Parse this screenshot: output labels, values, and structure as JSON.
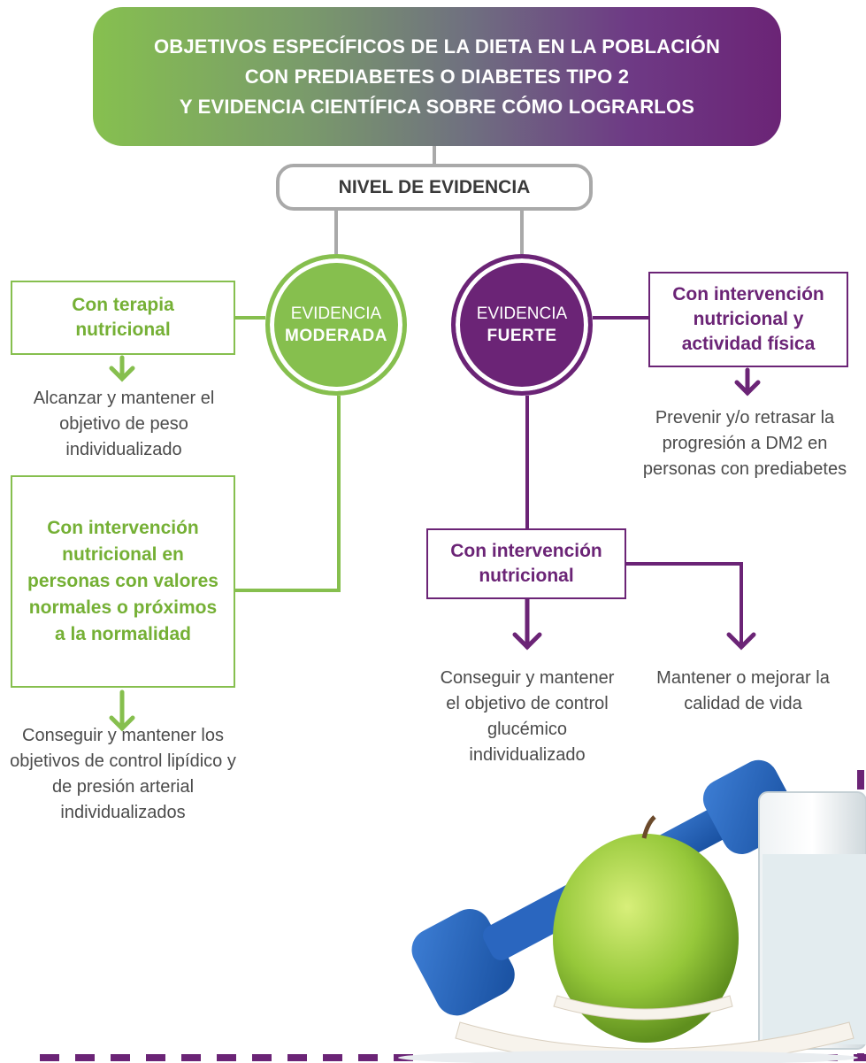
{
  "title": {
    "line1": "OBJETIVOS ESPECÍFICOS DE LA DIETA EN LA POBLACIÓN",
    "line2": "CON PREDIABETES O DIABETES TIPO 2",
    "line3": "Y EVIDENCIA CIENTÍFICA SOBRE CÓMO LOGRARLOS"
  },
  "level": "NIVEL DE EVIDENCIA",
  "moderate": {
    "label1": "EVIDENCIA",
    "label2": "MODERADA",
    "box_terapia": "Con terapia nutricional",
    "outcome_peso": "Alcanzar y mantener el objetivo de peso individualizado",
    "box_normal": "Con intervención nutricional en personas con valores normales o próximos a la normalidad",
    "outcome_lipid": "Conseguir y mantener los objetivos de control lipídico y de presión arterial individualizados"
  },
  "strong": {
    "label1": "EVIDENCIA",
    "label2": "FUERTE",
    "box_af": "Con intervención nutricional y actividad física",
    "outcome_prediab": "Prevenir y/o retrasar la progresión a DM2 en personas con prediabetes",
    "box_nut": "Con intervención nutricional",
    "outcome_gluc": "Conseguir y mantener el objetivo de control glucémico individualizado",
    "outcome_vida": "Mantener o mejorar la calidad de vida"
  },
  "colors": {
    "green": "#86bf4e",
    "purple": "#6b2476",
    "gray": "#a9a9a9"
  },
  "illustration": "dumbbells-apple-tape-water-glass"
}
